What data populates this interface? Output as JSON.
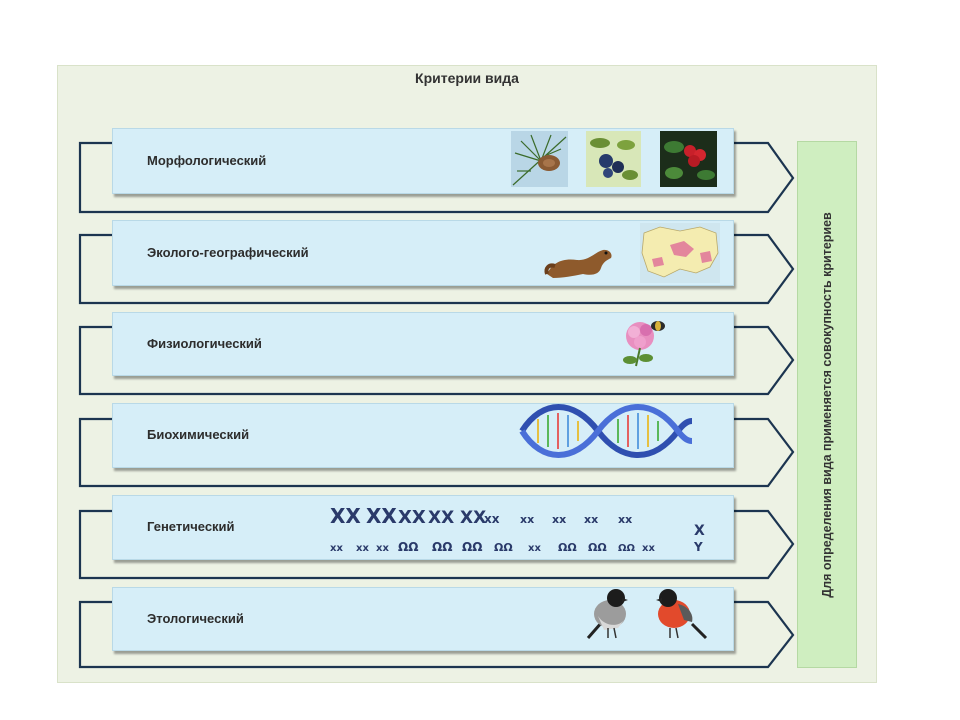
{
  "title": "Критерии вида",
  "criteria": [
    {
      "label": "Морфологический",
      "picture": "pine-cone, blueberry, lingonberry"
    },
    {
      "label": "Эколого-географический",
      "picture": "marten, range-map"
    },
    {
      "label": "Физиологический",
      "picture": "clover-bee"
    },
    {
      "label": "Биохимический",
      "picture": "dna-helix"
    },
    {
      "label": "Генетический",
      "picture": "chromosome-set"
    },
    {
      "label": "Этологический",
      "picture": "bullfinch-pair"
    }
  ],
  "side_note": "Для определения вида применяется совокупность критериев",
  "colors": {
    "box": "#d6eef8",
    "side": "#cfeec0",
    "arrow": "#1c3550",
    "panel": "#edf2e4"
  }
}
